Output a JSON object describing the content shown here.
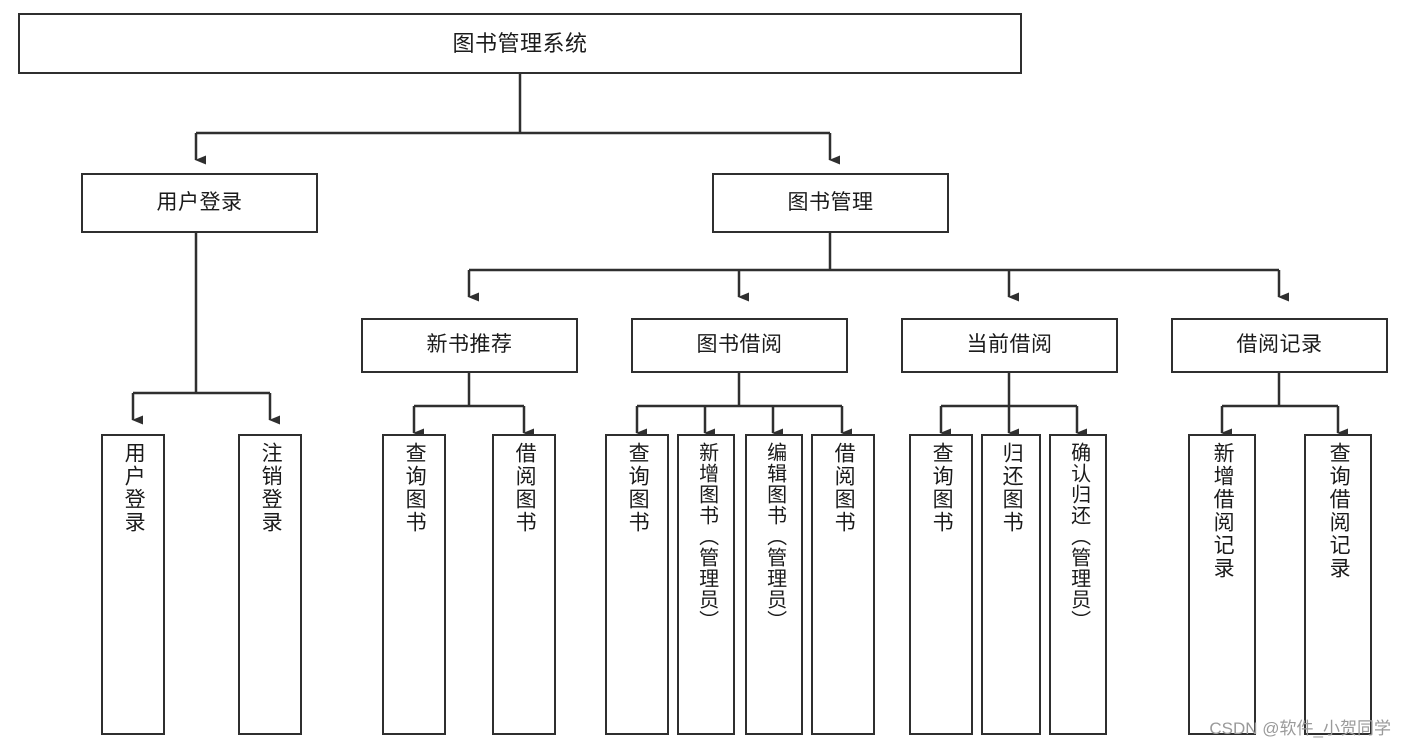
{
  "diagram": {
    "title": "图书管理系统",
    "type": "tree-hierarchy",
    "root": {
      "id": "root",
      "label": "图书管理系统"
    },
    "level2": [
      {
        "id": "user-login",
        "label": "用户登录"
      },
      {
        "id": "book-manage",
        "label": "图书管理"
      }
    ],
    "level3": [
      {
        "id": "new-book-recommend",
        "label": "新书推荐",
        "parent": "book-manage"
      },
      {
        "id": "book-borrow",
        "label": "图书借阅",
        "parent": "book-manage"
      },
      {
        "id": "current-borrow",
        "label": "当前借阅",
        "parent": "book-manage"
      },
      {
        "id": "borrow-record",
        "label": "借阅记录",
        "parent": "book-manage"
      }
    ],
    "leaves": [
      {
        "id": "leaf-user-login",
        "label": "用户登录",
        "parent": "user-login"
      },
      {
        "id": "leaf-logout",
        "label": "注销登录",
        "parent": "user-login"
      },
      {
        "id": "leaf-query-book-1",
        "label": "查询图书",
        "parent": "new-book-recommend"
      },
      {
        "id": "leaf-borrow-book-1",
        "label": "借阅图书",
        "parent": "new-book-recommend"
      },
      {
        "id": "leaf-query-book-2",
        "label": "查询图书",
        "parent": "book-borrow"
      },
      {
        "id": "leaf-add-book",
        "label": "新增图书（管理员）",
        "parent": "book-borrow"
      },
      {
        "id": "leaf-edit-book",
        "label": "编辑图书（管理员）",
        "parent": "book-borrow"
      },
      {
        "id": "leaf-borrow-book-2",
        "label": "借阅图书",
        "parent": "book-borrow"
      },
      {
        "id": "leaf-query-book-3",
        "label": "查询图书",
        "parent": "current-borrow"
      },
      {
        "id": "leaf-return-book",
        "label": "归还图书",
        "parent": "current-borrow"
      },
      {
        "id": "leaf-confirm-return",
        "label": "确认归还（管理员）",
        "parent": "current-borrow"
      },
      {
        "id": "leaf-add-record",
        "label": "新增借阅记录",
        "parent": "borrow-record"
      },
      {
        "id": "leaf-query-record",
        "label": "查询借阅记录",
        "parent": "borrow-record"
      }
    ]
  },
  "watermark": {
    "text": "CSDN @软件_小贺同学"
  },
  "colors": {
    "stroke": "#2f2f2f",
    "fill": "#ffffff",
    "text": "#1b1b1b",
    "watermark": "#9a9a9a"
  }
}
